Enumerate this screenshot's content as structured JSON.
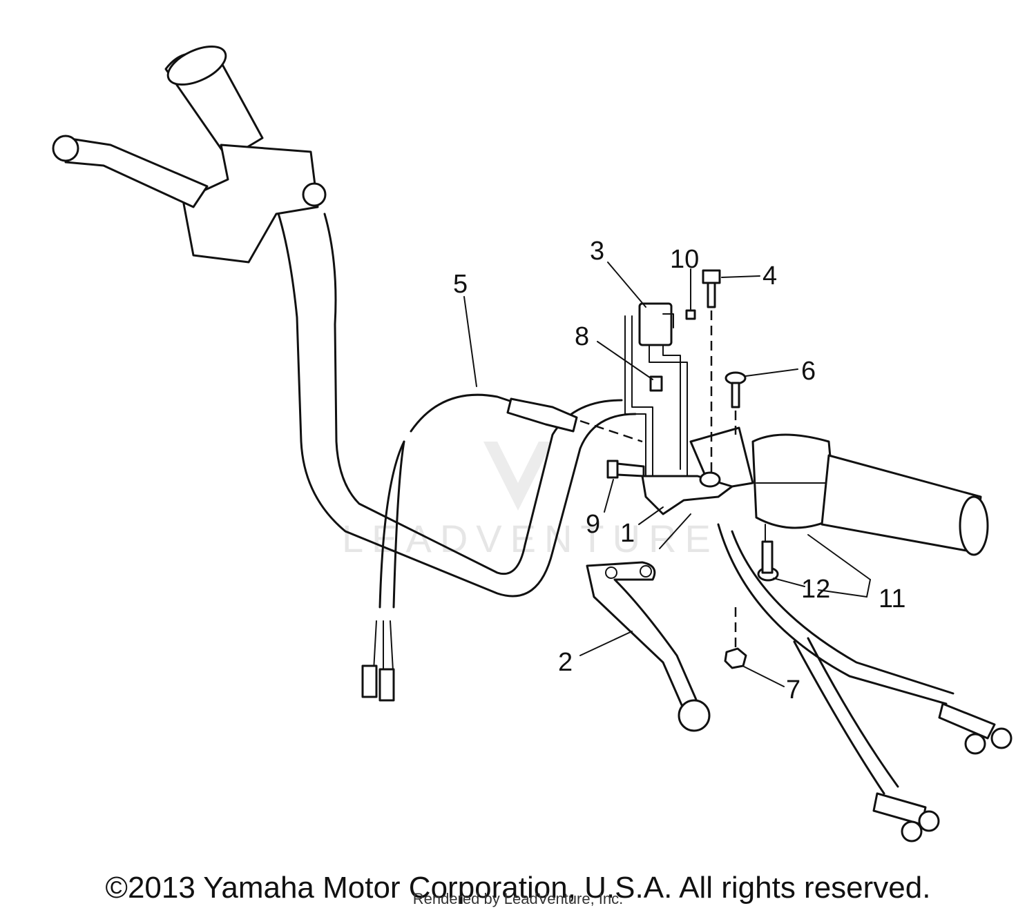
{
  "watermark": {
    "brand": "LEADVENTURE"
  },
  "callouts": [
    {
      "id": "c1",
      "label": "1"
    },
    {
      "id": "c2",
      "label": "2"
    },
    {
      "id": "c3",
      "label": "3"
    },
    {
      "id": "c4",
      "label": "4"
    },
    {
      "id": "c5",
      "label": "5"
    },
    {
      "id": "c6",
      "label": "6"
    },
    {
      "id": "c7",
      "label": "7"
    },
    {
      "id": "c8",
      "label": "8"
    },
    {
      "id": "c9",
      "label": "9"
    },
    {
      "id": "c10",
      "label": "10"
    },
    {
      "id": "c11",
      "label": "11"
    },
    {
      "id": "c12",
      "label": "12"
    }
  ],
  "footer": {
    "copyright": "©2013 Yamaha Motor Corporation, U.S.A. All rights reserved.",
    "rendered_by": "Rendered by LeadVenture, Inc."
  }
}
